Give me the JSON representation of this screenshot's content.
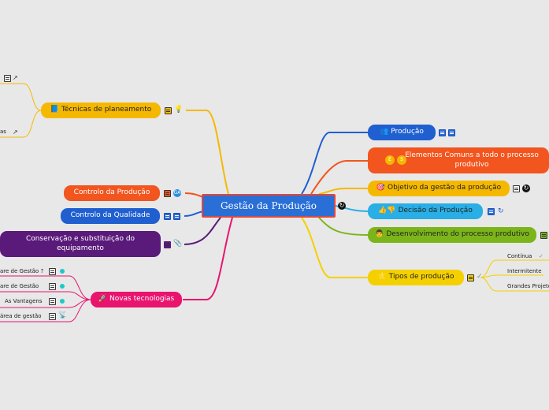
{
  "central": {
    "label": "Gestão da Produção"
  },
  "right": [
    {
      "key": "producao",
      "label": "Produção",
      "emoji": "👥",
      "color": "#1f5fd0"
    },
    {
      "key": "elementos",
      "label": "Elementos Comuns a todo o processo produtivo",
      "emoji": "E S",
      "color": "#f2551e"
    },
    {
      "key": "objetivo",
      "label": "Objetivo da gestão da produção",
      "emoji": "🎯",
      "color": "#f5b800"
    },
    {
      "key": "decisao",
      "label": "Decisão da Produção",
      "emoji": "👍👎",
      "color": "#29aee6"
    },
    {
      "key": "desenvolvimento",
      "label": "Desenvolvimento do processo produtivo",
      "emoji": "👨",
      "color": "#7bb51a"
    },
    {
      "key": "tipos",
      "label": "Tipos de produção",
      "emoji": "⭐",
      "color": "#f5d000"
    }
  ],
  "tipos_children": [
    "Contínua",
    "Intermitente",
    "Grandes Projetos"
  ],
  "left": [
    {
      "key": "tecnicas",
      "label": "Técnicas de planeamento",
      "emoji": "📘",
      "color": "#f5b800"
    },
    {
      "key": "controlo_producao",
      "label": "Controlo da Produção",
      "color": "#f2551e"
    },
    {
      "key": "controlo_qualidade",
      "label": "Controlo da Qualidade",
      "color": "#1f5fd0"
    },
    {
      "key": "conservacao",
      "label": "Conservação e substituição do equipamento",
      "color": "#5a1a7a"
    },
    {
      "key": "novas",
      "label": "Novas tecnologias",
      "emoji": "🚀",
      "color": "#e8146e"
    }
  ],
  "tecnicas_children": [
    "as"
  ],
  "novas_children": [
    "are de Gestão ?",
    "are de Gestão",
    "As Vantagens",
    "área de gestão"
  ],
  "colors": {
    "background": "#e8e8e8",
    "central_fill": "#2a6fd6",
    "central_border": "#e0483b",
    "producao": "#1f5fd0",
    "elementos": "#f2551e",
    "objetivo": "#f5b800",
    "decisao": "#29aee6",
    "desenvolvimento": "#7bb51a",
    "tipos": "#f5d000",
    "tecnicas": "#f5b800",
    "controlo_producao": "#f2551e",
    "controlo_qualidade": "#1f5fd0",
    "conservacao": "#5a1a7a",
    "novas": "#e8146e"
  },
  "icons": [
    "notes-icon",
    "link-icon",
    "lightbulb-icon",
    "chart-icon",
    "attachment-icon",
    "check-icon",
    "refresh-icon"
  ]
}
